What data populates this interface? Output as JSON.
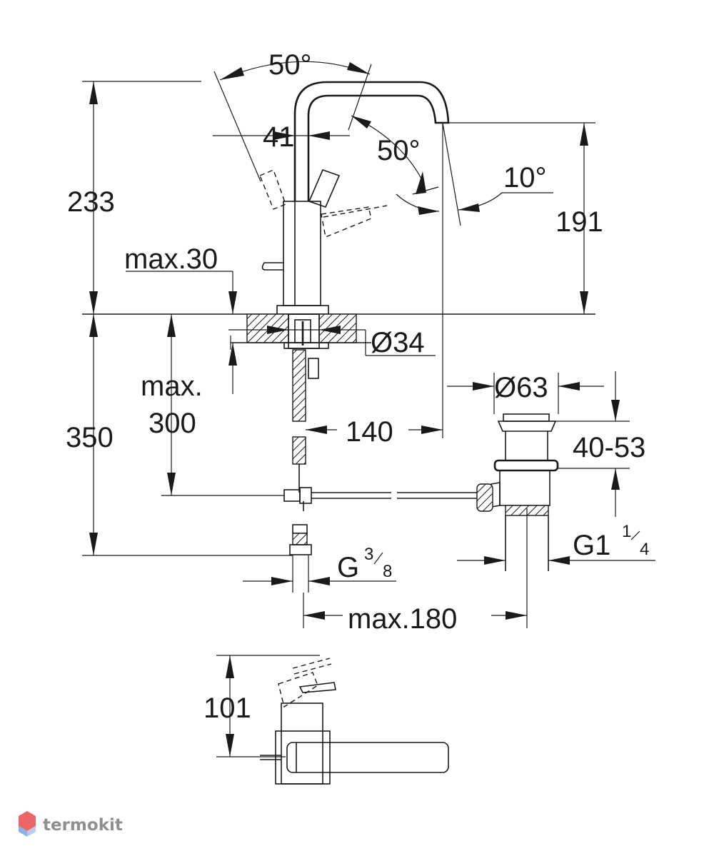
{
  "dimensions": {
    "angle_top": "50°",
    "angle_right": "50°",
    "tilt": "10°",
    "handle_width": "41",
    "height_total": "233",
    "spout_height": "191",
    "deck_max": "max.30",
    "hole_diameter": "Ø34",
    "below_deck": "350",
    "hose_max_line1": "max.",
    "hose_max_line2": "300",
    "spout_reach": "140",
    "drain_diameter": "Ø63",
    "drain_range": "40-53",
    "drain_thread_main": "G1",
    "drain_thread_num": "1",
    "drain_thread_den": "4",
    "supply_thread_main": "G",
    "supply_thread_num": "3",
    "supply_thread_den": "8",
    "drain_distance": "max.180",
    "top_view_depth": "101"
  },
  "watermark": {
    "text": "termokit",
    "logo_colors": [
      "#e84b4b",
      "#8fb1e0"
    ]
  }
}
